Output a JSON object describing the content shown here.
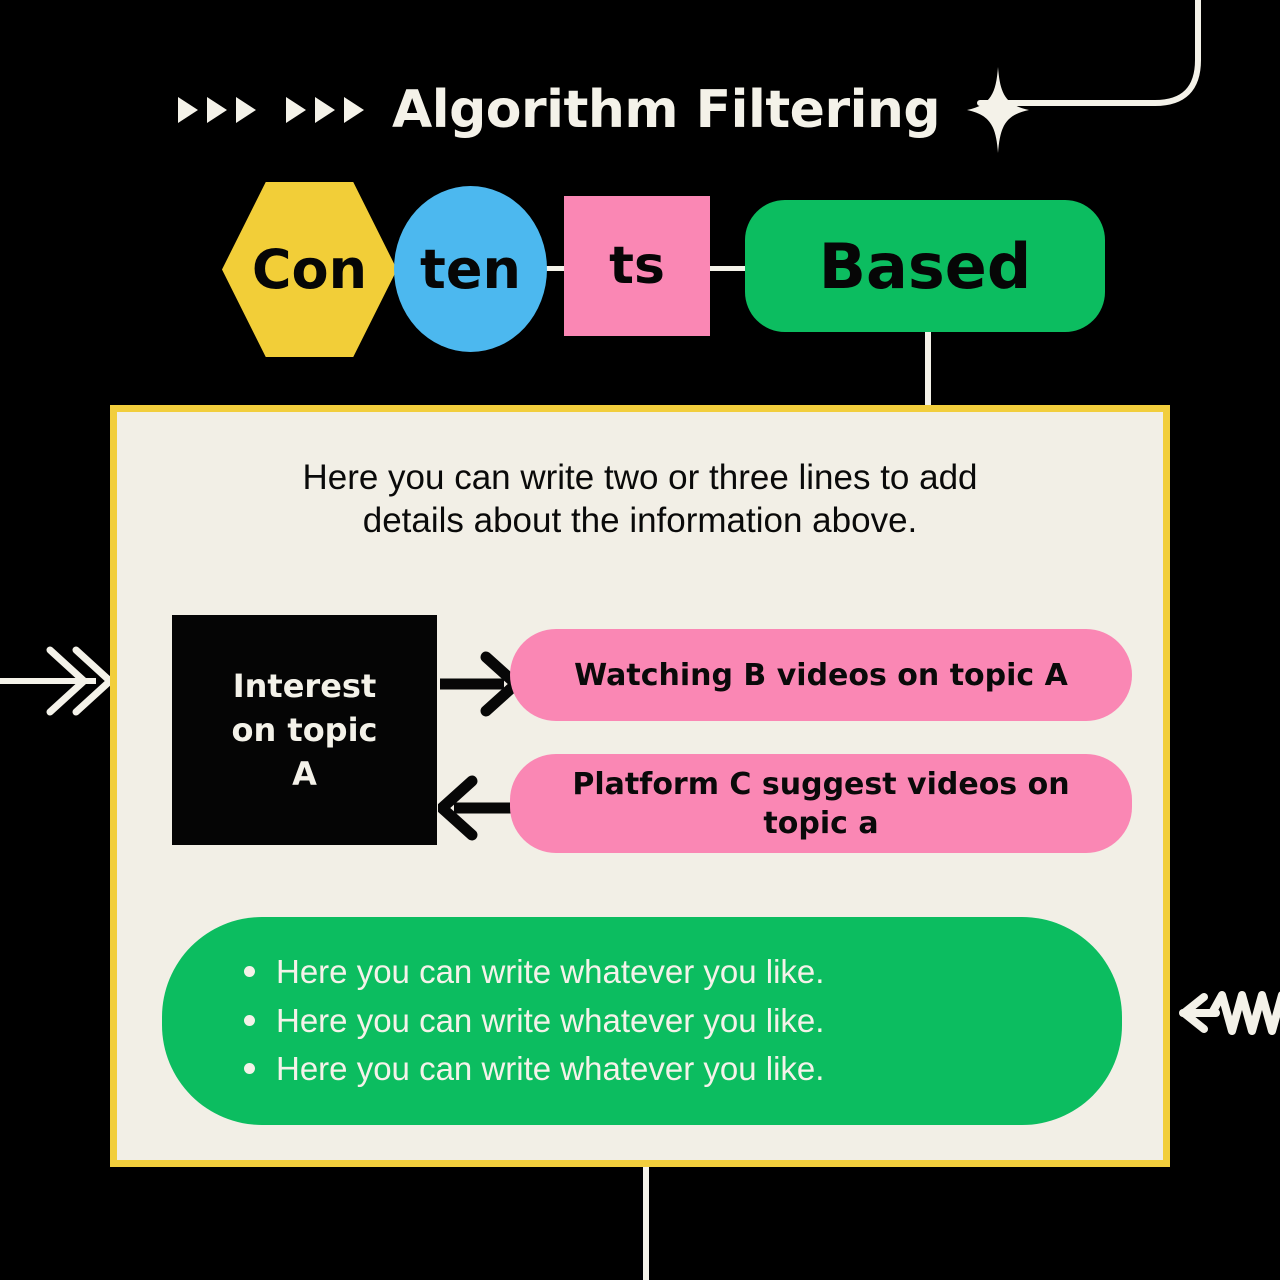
{
  "header": {
    "title": "Algorithm Filtering",
    "triangle_icon": "triangle-right-icon",
    "triangle_count": 6,
    "sparkle_icon": "sparkle-star-icon"
  },
  "shape_row": [
    {
      "label": "Con",
      "shape": "hexagon",
      "color": "#F2CE38"
    },
    {
      "label": "ten",
      "shape": "ellipse",
      "color": "#4CB8EF"
    },
    {
      "label": "ts",
      "shape": "rectangle",
      "color": "#FA87B4"
    },
    {
      "label": "Based",
      "shape": "rounded-rect",
      "color": "#0CBD60"
    }
  ],
  "card": {
    "border_color": "#F2CE3C",
    "background": "#F2EFE6",
    "lead_line_1": "Here you can write two or three lines to add",
    "lead_line_2": "details about the information above.",
    "interest_box": {
      "line_1": "Interest",
      "line_2": "on topic",
      "line_3": "A",
      "background": "#050505",
      "text_color": "#F4F2E9"
    },
    "pills": [
      {
        "text": "Watching B videos on topic A",
        "arrow": "arrow-right-icon",
        "arrow_direction": "right",
        "color": "#FA87B4"
      },
      {
        "text": "Platform C suggest videos on topic a",
        "arrow": "arrow-left-icon",
        "arrow_direction": "left",
        "color": "#FA87B4"
      }
    ],
    "bullets": {
      "background": "#0CBD60",
      "text_color": "#F4F2E9",
      "items": [
        "Here you can write whatever you like.",
        "Here you can write whatever you like.",
        "Here you can write whatever you like."
      ]
    }
  },
  "decorations": {
    "left_connector": "double-chevron-arrow-right-icon",
    "right_connector": "zigzag-arrow-left-icon",
    "top_right_curve": "curved-line",
    "top_connector": "vertical-line",
    "bottom_connector": "vertical-line",
    "line_color": "#F4F2E9"
  },
  "background_color": "#000000"
}
